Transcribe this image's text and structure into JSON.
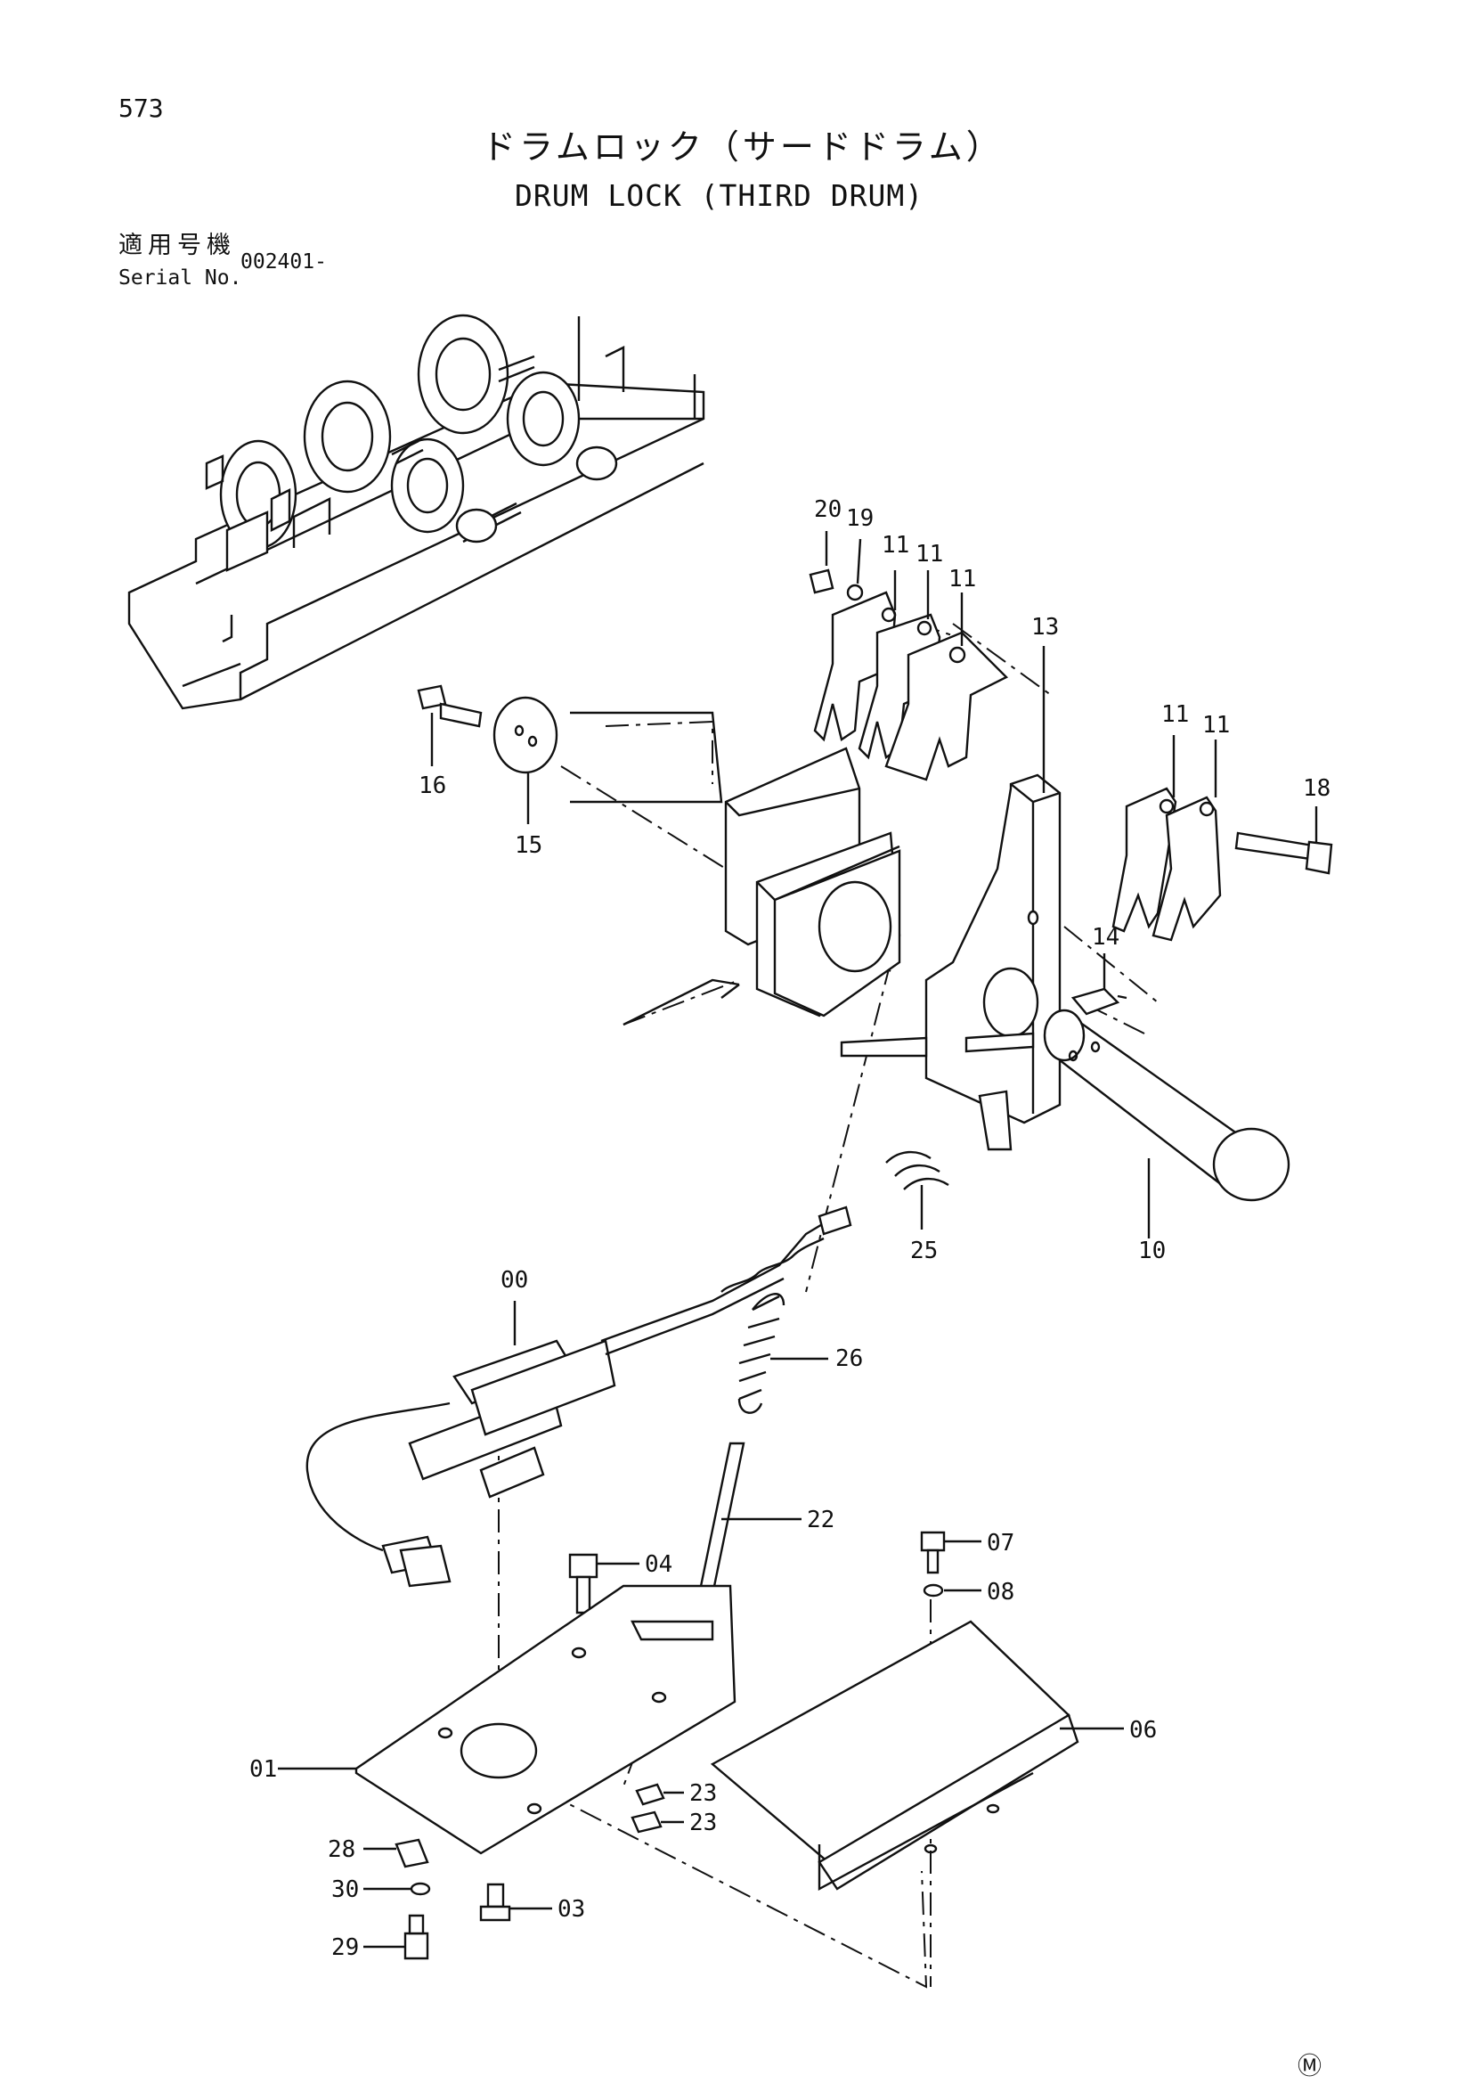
{
  "page_number": "573",
  "title_jp": "ドラムロック（サードドラム）",
  "title_en": "DRUM LOCK (THIRD DRUM)",
  "serial": {
    "label_jp": "適用号機",
    "label_en": "Serial No.",
    "value": "002401-"
  },
  "part_labels": {
    "p00": "00",
    "p01": "01",
    "p03": "03",
    "p04": "04",
    "p06": "06",
    "p07": "07",
    "p08": "08",
    "p10": "10",
    "p11": "11",
    "p13": "13",
    "p14": "14",
    "p15": "15",
    "p16": "16",
    "p18": "18",
    "p19": "19",
    "p20": "20",
    "p22": "22",
    "p23": "23",
    "p25": "25",
    "p26": "26",
    "p28": "28",
    "p29": "29",
    "p30": "30"
  },
  "corner_mark": "Ⓜ"
}
